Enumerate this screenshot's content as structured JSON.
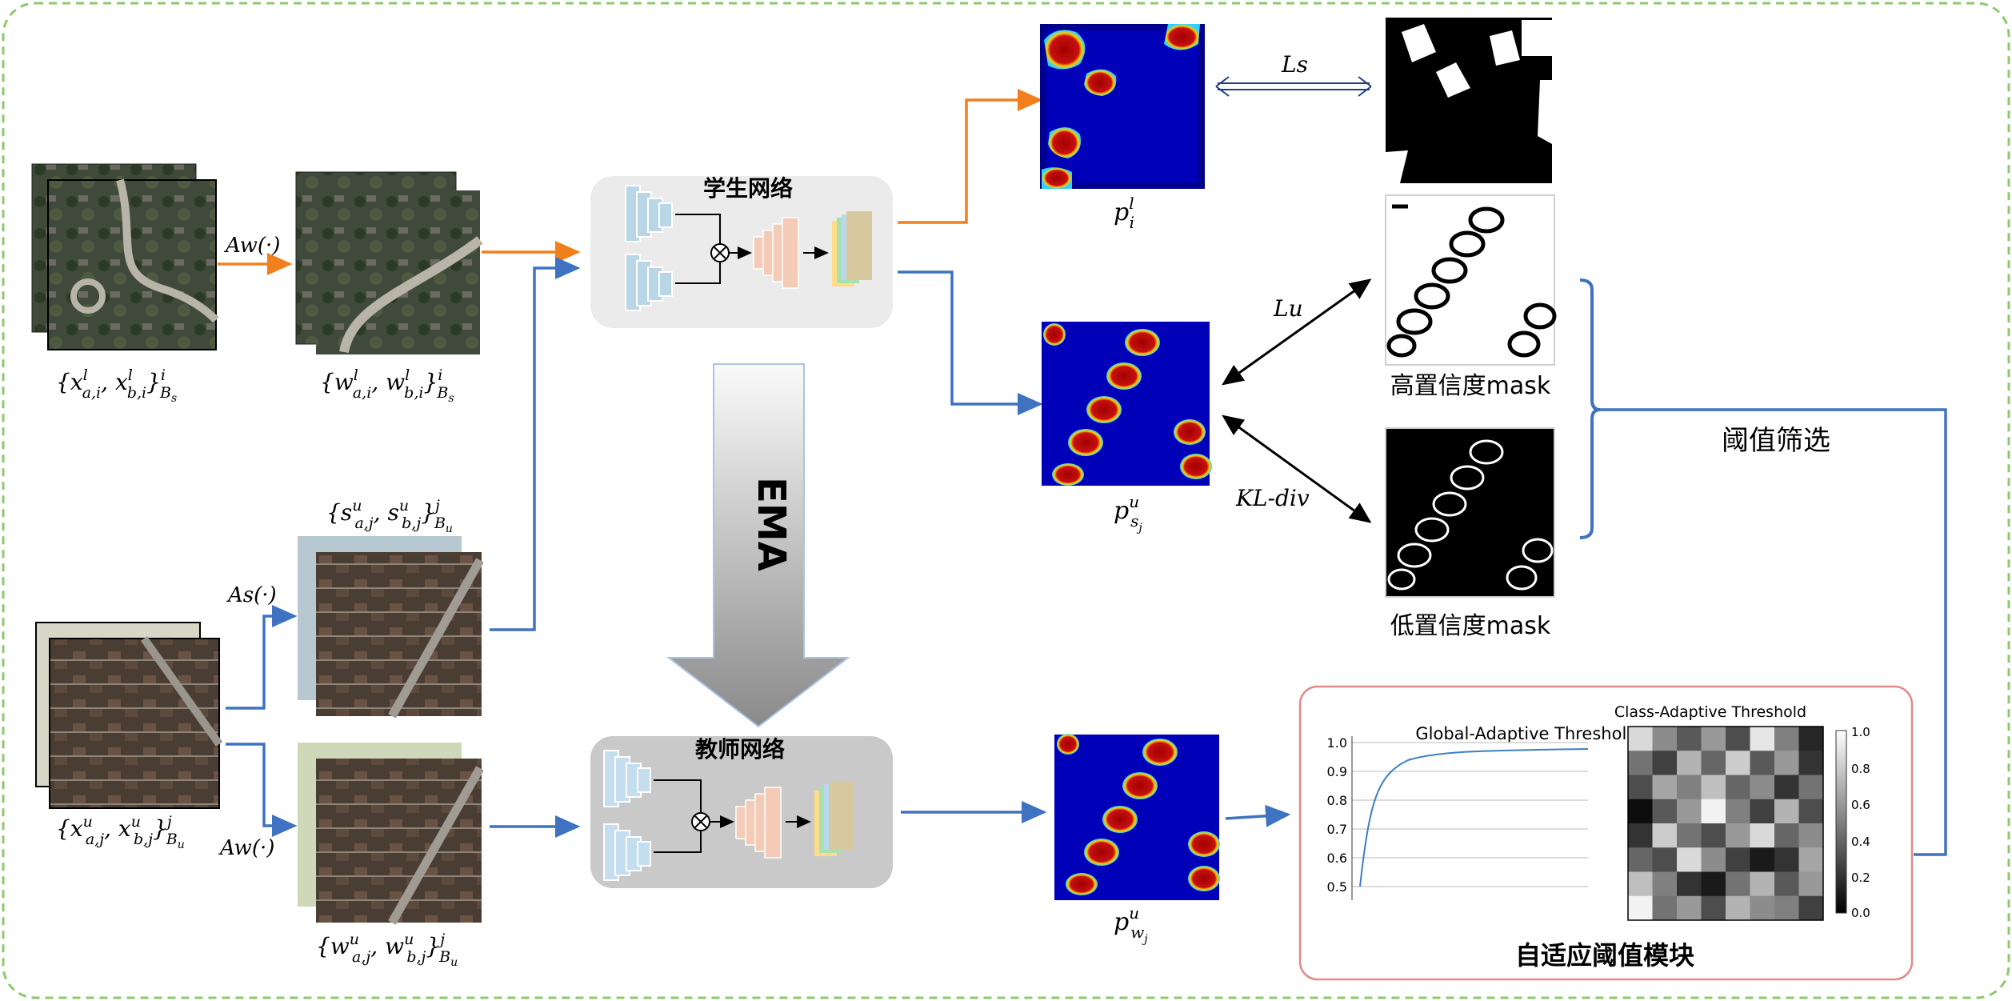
{
  "networks": {
    "student": "学生网络",
    "teacher": "教师网络",
    "ema": "EMA"
  },
  "augment": {
    "aw_labeled": "Aw(·)",
    "as_unlabeled": "As(·)",
    "aw_unlabeled": "Aw(·)"
  },
  "image_sets": {
    "labeled_input": {
      "open": "{x",
      "sup1": "l",
      "sub1": "a,i",
      "mid": ", x",
      "sup2": "l",
      "sub2": "b,i",
      "close": "}",
      "sup3": "i",
      "sub3": "B",
      "subsub": "s"
    },
    "labeled_weak": {
      "open": "{w",
      "sup1": "l",
      "sub1": "a,i",
      "mid": ", w",
      "sup2": "l",
      "sub2": "b,i",
      "close": "}",
      "sup3": "i",
      "sub3": "B",
      "subsub": "s"
    },
    "unlabeled_input": {
      "open": "{x",
      "sup1": "u",
      "sub1": "a,j",
      "mid": ", x",
      "sup2": "u",
      "sub2": "b,j",
      "close": "}",
      "sup3": "j",
      "sub3": "B",
      "subsub": "u"
    },
    "unlabeled_strong": {
      "open": "{s",
      "sup1": "u",
      "sub1": "a,j",
      "mid": ", s",
      "sup2": "u",
      "sub2": "b,j",
      "close": "}",
      "sup3": "j",
      "sub3": "B",
      "subsub": "u"
    },
    "unlabeled_weak": {
      "open": "{w",
      "sup1": "u",
      "sub1": "a,j",
      "mid": ", w",
      "sup2": "u",
      "sub2": "b,j",
      "close": "}",
      "sup3": "j",
      "sub3": "B",
      "subsub": "u"
    }
  },
  "predictions": {
    "labeled": {
      "base": "p",
      "sup": "l",
      "sub": "i",
      "subsub": ""
    },
    "strong": {
      "base": "p",
      "sup": "u",
      "sub": "s",
      "subsub": "j"
    },
    "weak": {
      "base": "p",
      "sup": "u",
      "sub": "w",
      "subsub": "j"
    }
  },
  "losses": {
    "ls": "Ls",
    "lu": "Lu",
    "kl": "KL-div"
  },
  "masks": {
    "high": "高置信度mask",
    "low": "低置信度mask",
    "threshold_filter": "阈值筛选"
  },
  "module": {
    "title": "自适应阈值模块",
    "global_title": "Global-Adaptive Threshold",
    "global_yticks": [
      "1.0",
      "0.9",
      "0.8",
      "0.7",
      "0.6",
      "0.5"
    ],
    "class_title": "Class-Adaptive Threshold",
    "colorbar_ticks": [
      "1.0",
      "0.8",
      "0.6",
      "0.4",
      "0.2",
      "0.0"
    ]
  },
  "colors": {
    "orange": "#f07f1c",
    "blue": "#3f72c0",
    "dashed_border": "#8dc96b",
    "module_border": "#e28a8a"
  }
}
